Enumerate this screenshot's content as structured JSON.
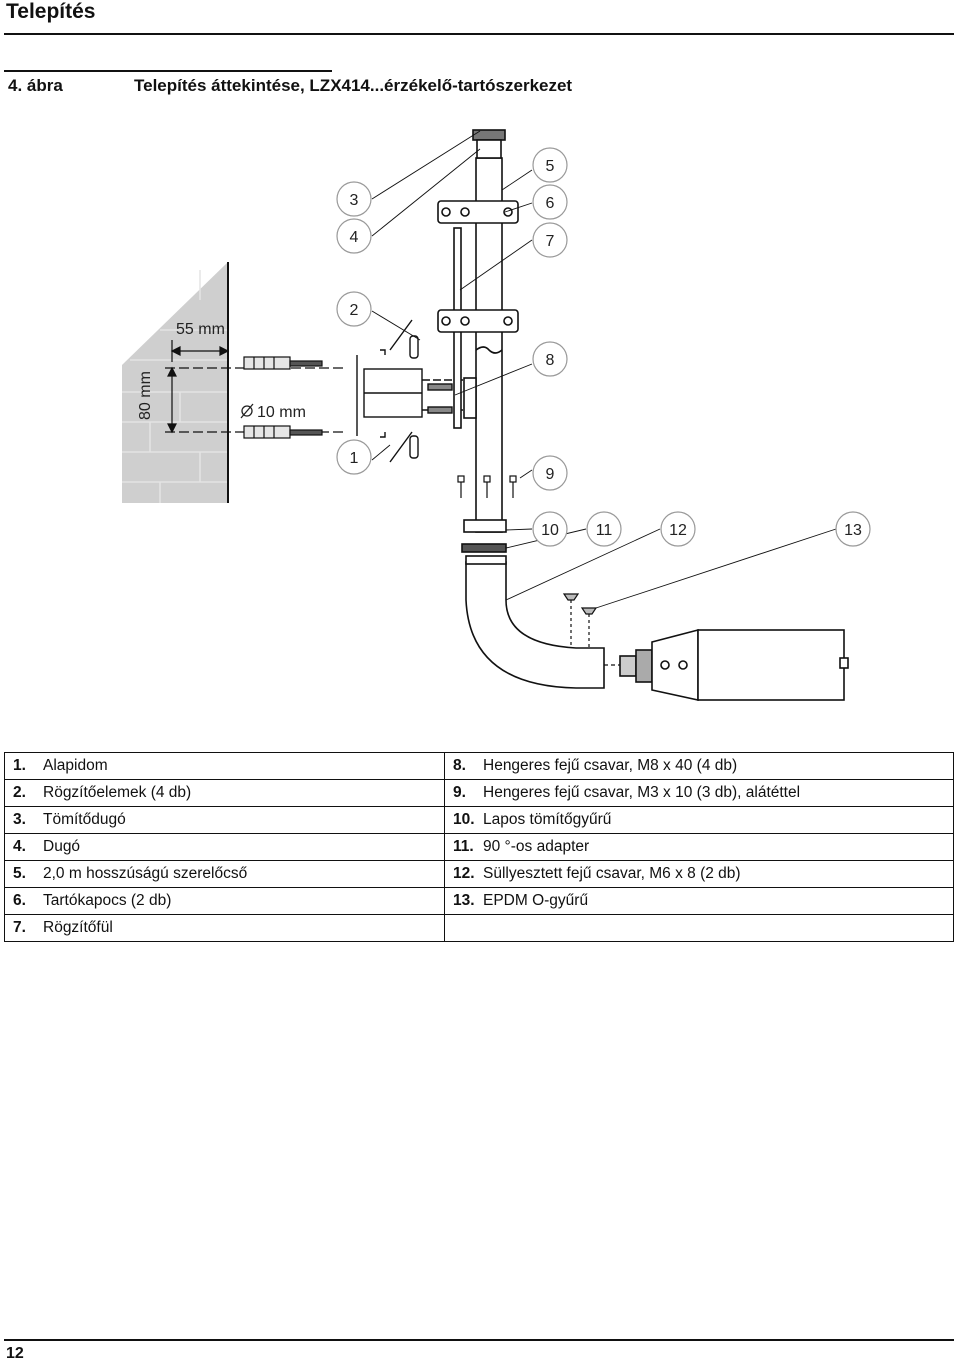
{
  "header": {
    "section_title": "Telepítés"
  },
  "figure": {
    "number": "4. ábra",
    "caption": "Telepítés áttekintése, LZX414...érzékelő-tartószerkezet",
    "callouts": [
      "1",
      "2",
      "3",
      "4",
      "5",
      "6",
      "7",
      "8",
      "9",
      "10",
      "11",
      "12",
      "13"
    ],
    "dimensions": {
      "width": "55 mm",
      "height": "80 mm",
      "drill": "10 mm"
    }
  },
  "legend": {
    "left": [
      {
        "num": "1.",
        "text": "Alapidom"
      },
      {
        "num": "2.",
        "text": "Rögzítőelemek (4 db)"
      },
      {
        "num": "3.",
        "text": "Tömítődugó"
      },
      {
        "num": "4.",
        "text": "Dugó"
      },
      {
        "num": "5.",
        "text": "2,0 m hosszúságú szerelőcső"
      },
      {
        "num": "6.",
        "text": "Tartókapocs (2 db)"
      },
      {
        "num": "7.",
        "text": "Rögzítőfül"
      }
    ],
    "right": [
      {
        "num": "8.",
        "text": "Hengeres fejű csavar, M8 x 40 (4 db)"
      },
      {
        "num": "9.",
        "text": "Hengeres fejű csavar, M3 x 10 (3 db), alátéttel"
      },
      {
        "num": "10.",
        "text": "Lapos tömítőgyűrű"
      },
      {
        "num": "11.",
        "text": "90 °-os adapter"
      },
      {
        "num": "12.",
        "text": "Süllyesztett fejű csavar, M6 x 8 (2 db)"
      },
      {
        "num": "13.",
        "text": "EPDM O-gyűrű"
      },
      {
        "num": "",
        "text": ""
      }
    ]
  },
  "footer": {
    "page_number": "12"
  }
}
